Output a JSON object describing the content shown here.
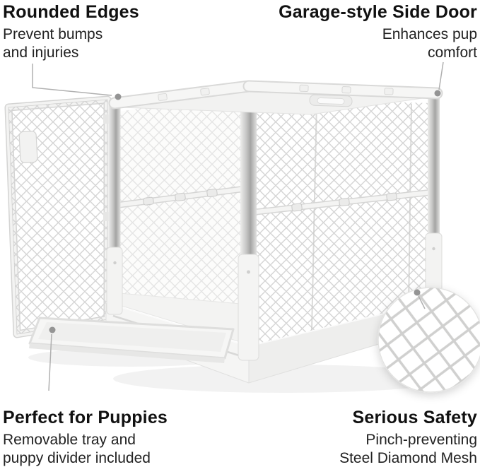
{
  "callouts": {
    "rounded_edges": {
      "title": "Rounded Edges",
      "lines": [
        "Prevent bumps",
        "and injuries"
      ]
    },
    "garage_door": {
      "title": "Garage-style Side Door",
      "lines": [
        "Enhances pup",
        "comfort"
      ]
    },
    "puppies": {
      "title": "Perfect for Puppies",
      "lines": [
        "Removable tray and",
        "puppy divider included"
      ]
    },
    "safety": {
      "title": "Serious Safety",
      "lines": [
        "Pinch-preventing",
        "Steel Diamond Mesh"
      ]
    }
  },
  "colors": {
    "background": "#ffffff",
    "heading_text": "#111111",
    "body_text": "#222222",
    "leader_line": "#b0b0b0",
    "callout_dot": "#949494",
    "mesh_line": "#d6d6d6",
    "frame_white": "#f4f4f3",
    "chrome_mid": "#a8a8a7"
  }
}
